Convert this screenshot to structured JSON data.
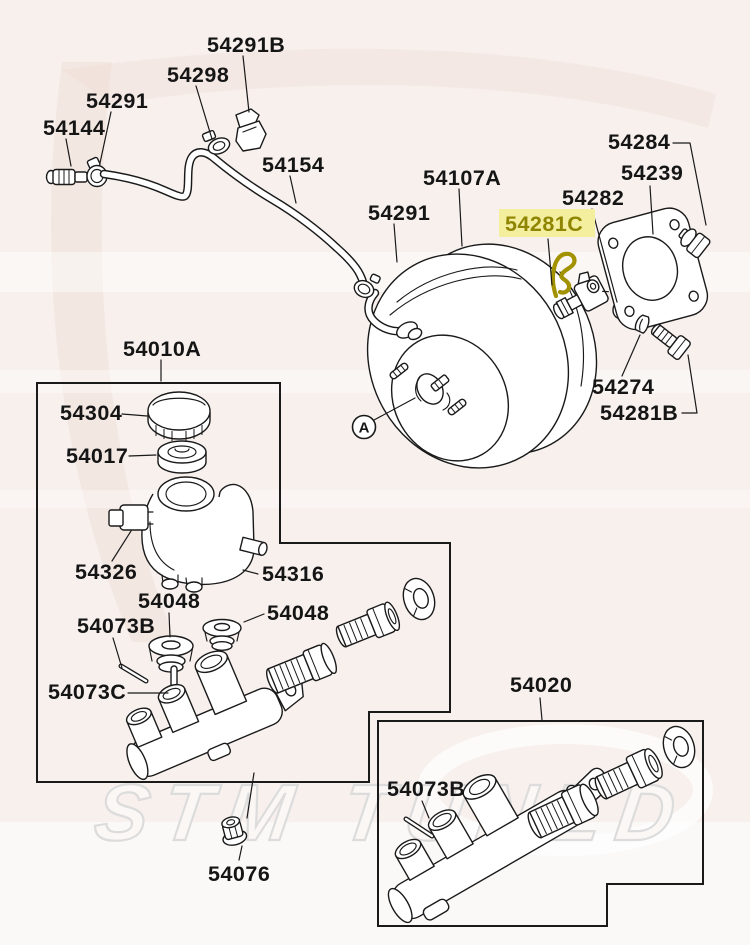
{
  "watermark": {
    "text": "STM TUNED"
  },
  "callout": {
    "label": "A"
  },
  "colors": {
    "background": "#f7f0ed",
    "line": "#1a1a1a",
    "highlight_background": "#f4ee9f",
    "highlight_text": "#8f8500",
    "highlight_clip": "#a39200",
    "watermark_outline": "#dcdcdc"
  },
  "labels": [
    {
      "text": "54291B",
      "highlighted": false
    },
    {
      "text": "54298",
      "highlighted": false
    },
    {
      "text": "54291",
      "highlighted": false
    },
    {
      "text": "54144",
      "highlighted": false
    },
    {
      "text": "54154",
      "highlighted": false
    },
    {
      "text": "54107A",
      "highlighted": false
    },
    {
      "text": "54291",
      "highlighted": false
    },
    {
      "text": "54282",
      "highlighted": false
    },
    {
      "text": "54281C",
      "highlighted": true
    },
    {
      "text": "54284",
      "highlighted": false
    },
    {
      "text": "54239",
      "highlighted": false
    },
    {
      "text": "54274",
      "highlighted": false
    },
    {
      "text": "54281B",
      "highlighted": false
    },
    {
      "text": "54010A",
      "highlighted": false
    },
    {
      "text": "54304",
      "highlighted": false
    },
    {
      "text": "54017",
      "highlighted": false
    },
    {
      "text": "54326",
      "highlighted": false
    },
    {
      "text": "54316",
      "highlighted": false
    },
    {
      "text": "54048",
      "highlighted": false
    },
    {
      "text": "54073B",
      "highlighted": false
    },
    {
      "text": "54048",
      "highlighted": false
    },
    {
      "text": "54073C",
      "highlighted": false
    },
    {
      "text": "54076",
      "highlighted": false
    },
    {
      "text": "54020",
      "highlighted": false
    },
    {
      "text": "54073B",
      "highlighted": false
    }
  ]
}
